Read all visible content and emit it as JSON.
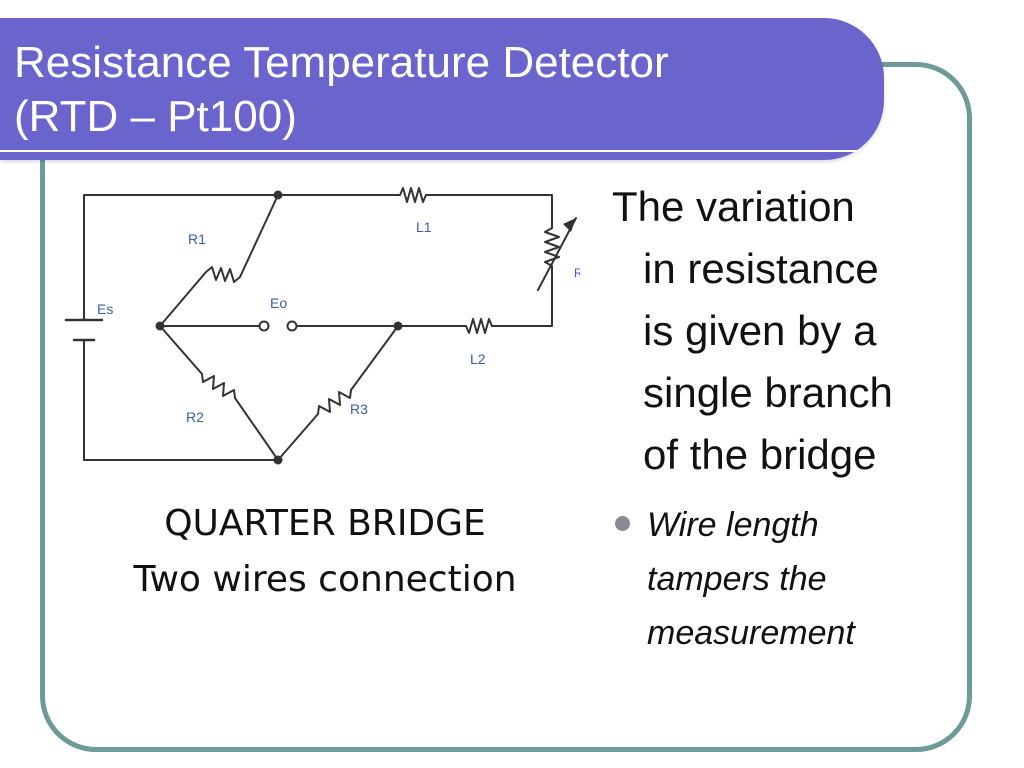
{
  "slide": {
    "title_lines": [
      "Resistance Temperature Detector",
      "(RTD – Pt100)"
    ],
    "caption_lines": [
      "QUARTER BRIDGE",
      "Two wires connection"
    ],
    "body_lines": [
      "The variation",
      "in resistance",
      "is given by a",
      "single branch",
      "of the bridge"
    ],
    "bullet_lines": [
      "Wire length",
      "tampers the",
      "measurement"
    ]
  },
  "diagram": {
    "labels": {
      "R1": "R1",
      "R2": "R2",
      "R3": "R3",
      "L1": "L1",
      "L2": "L2",
      "RT": "RT",
      "Es": "Es",
      "Eo": "Eo"
    }
  },
  "colors": {
    "title_bar": "#6a64cc",
    "frame_border": "#6e9a98",
    "bullet": "#8a8a96",
    "diagram_line": "#333333",
    "diagram_label": "#3a5fa8"
  }
}
